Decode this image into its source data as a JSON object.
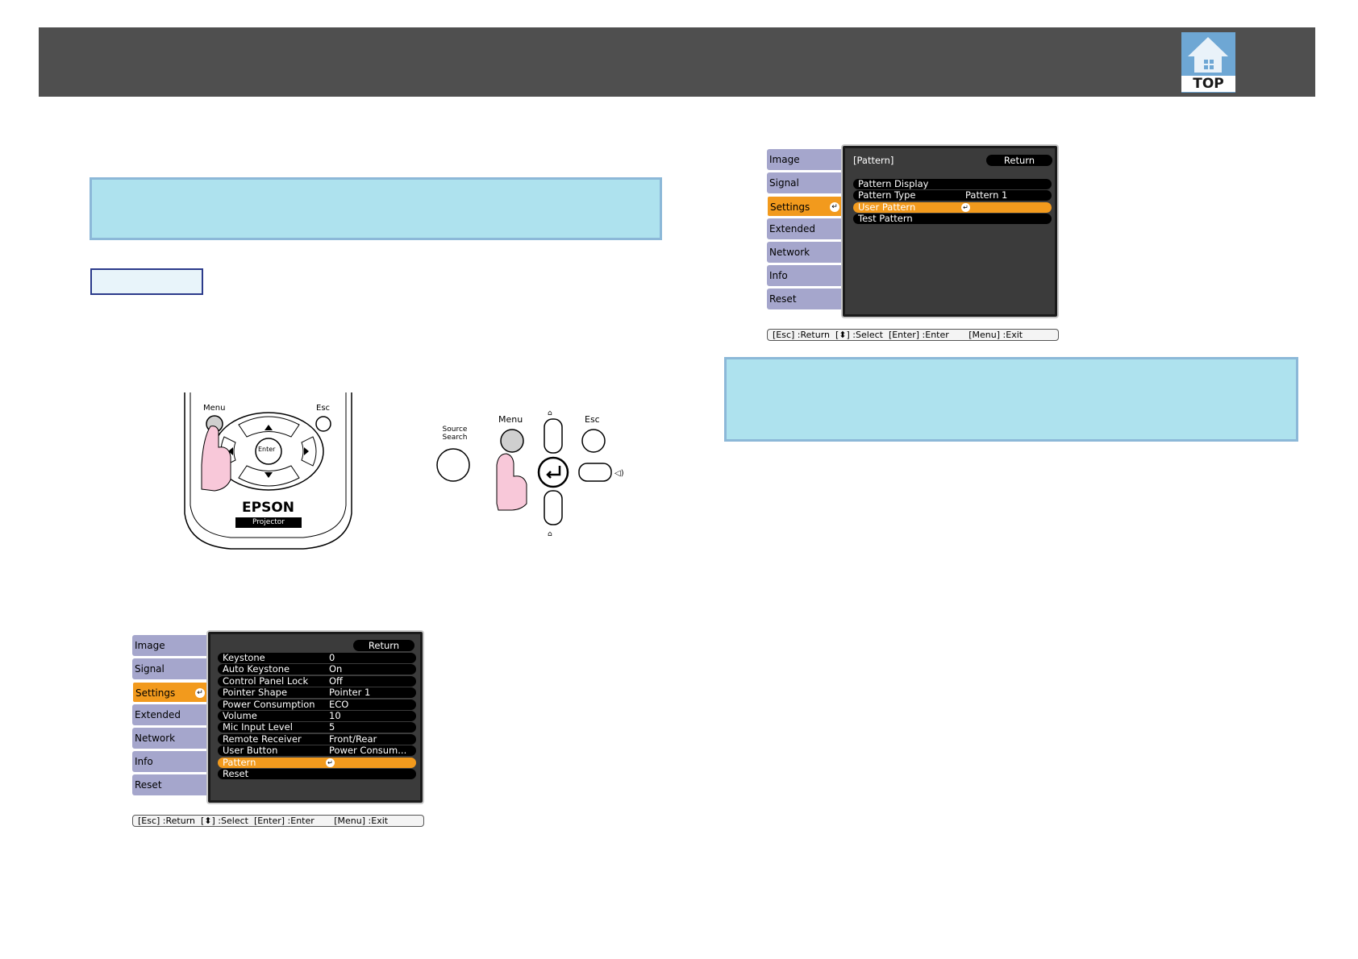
{
  "header": {
    "top_button_label": "TOP"
  },
  "remote": {
    "menu_label": "Menu",
    "esc_label": "Esc",
    "enter_label": "Enter",
    "brand": "EPSON",
    "badge": "Projector"
  },
  "control_panel": {
    "source_search_label": "Source\nSearch",
    "menu_label": "Menu",
    "esc_label": "Esc"
  },
  "menu1": {
    "tabs": [
      "Image",
      "Signal",
      "Settings",
      "Extended",
      "Network",
      "Info",
      "Reset"
    ],
    "active_tab": "Settings",
    "return_label": "Return",
    "rows": [
      {
        "label": "Keystone",
        "value": "0"
      },
      {
        "label": "Auto Keystone",
        "value": "On"
      },
      {
        "label": "Control Panel Lock",
        "value": "Off"
      },
      {
        "label": "Pointer Shape",
        "value": "Pointer 1"
      },
      {
        "label": "Power Consumption",
        "value": "ECO"
      },
      {
        "label": "Volume",
        "value": "10"
      },
      {
        "label": "Mic Input Level",
        "value": "5"
      },
      {
        "label": "Remote Receiver",
        "value": "Front/Rear"
      },
      {
        "label": "User Button",
        "value": "Power Consum..."
      },
      {
        "label": "Pattern",
        "value": ""
      },
      {
        "label": "Reset",
        "value": ""
      }
    ],
    "selected_row": "Pattern",
    "footer": "[Esc] :Return  [⬍] :Select  [Enter] :Enter       [Menu] :Exit"
  },
  "menu2": {
    "tabs": [
      "Image",
      "Signal",
      "Settings",
      "Extended",
      "Network",
      "Info",
      "Reset"
    ],
    "active_tab": "Settings",
    "title": "[Pattern]",
    "return_label": "Return",
    "rows": [
      {
        "label": "Pattern Display",
        "value": ""
      },
      {
        "label": "Pattern Type",
        "value": "Pattern 1"
      },
      {
        "label": "User Pattern",
        "value": ""
      },
      {
        "label": "Test Pattern",
        "value": ""
      }
    ],
    "selected_row": "User Pattern",
    "footer": "[Esc] :Return  [⬍] :Select  [Enter] :Enter       [Menu] :Exit"
  }
}
